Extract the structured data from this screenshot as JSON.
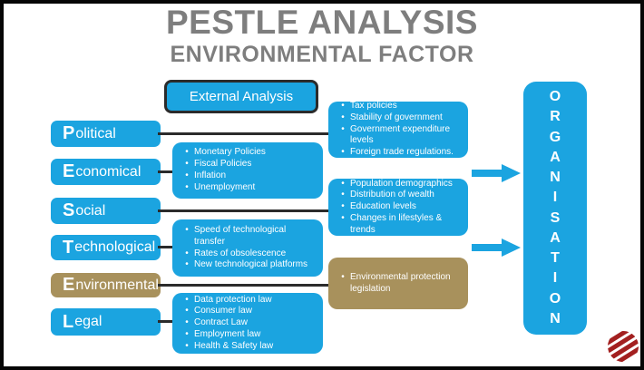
{
  "page": {
    "title": "PESTLE ANALYSIS",
    "subtitle": "ENVIRONMENTAL FACTOR"
  },
  "external_analysis": {
    "label": "External Analysis"
  },
  "factors": [
    {
      "label": "Political",
      "initial": "P",
      "rest": "olitical",
      "box_color": "#1ba4e0",
      "details": [
        "Tax policies",
        "Stability of government",
        "Government expenditure levels",
        "Foreign trade regulations."
      ]
    },
    {
      "label": "Economical",
      "initial": "E",
      "rest": "conomical",
      "box_color": "#1ba4e0",
      "details": [
        "Monetary Policies",
        "Fiscal Policies",
        "Inflation",
        "Unemployment"
      ]
    },
    {
      "label": "Social",
      "initial": "S",
      "rest": "ocial",
      "box_color": "#1ba4e0",
      "details": [
        "Population demographics",
        "Distribution of wealth",
        "Education levels",
        "Changes in lifestyles & trends"
      ]
    },
    {
      "label": "Technological",
      "initial": "T",
      "rest": "echnological",
      "box_color": "#1ba4e0",
      "details": [
        "Speed of technological transfer",
        "Rates of obsolescence",
        "New technological platforms"
      ]
    },
    {
      "label": "Environmental",
      "initial": "E",
      "rest": "nvironmental",
      "box_color": "#a8915c",
      "details": [
        "Environmental protection legislation"
      ]
    },
    {
      "label": "Legal",
      "initial": "L",
      "rest": "egal",
      "box_color": "#1ba4e0",
      "details": [
        "Data protection law",
        "Consumer law",
        "Contract Law",
        "Employment law",
        "Health & Safety law"
      ]
    }
  ],
  "organisation": {
    "label": "ORGANISATION",
    "letters": [
      "O",
      "R",
      "G",
      "A",
      "N",
      "I",
      "S",
      "A",
      "T",
      "I",
      "O",
      "N"
    ]
  },
  "icons": {
    "arrow": "right-arrow-icon",
    "logo": "striped-circle-logo"
  },
  "colors": {
    "accent_blue": "#1ba4e0",
    "environmental_tan": "#a8915c",
    "heading_gray": "#7e7e7e",
    "connector_black": "#2b2b2b",
    "logo_red": "#a32020",
    "border_black": "#060606"
  }
}
